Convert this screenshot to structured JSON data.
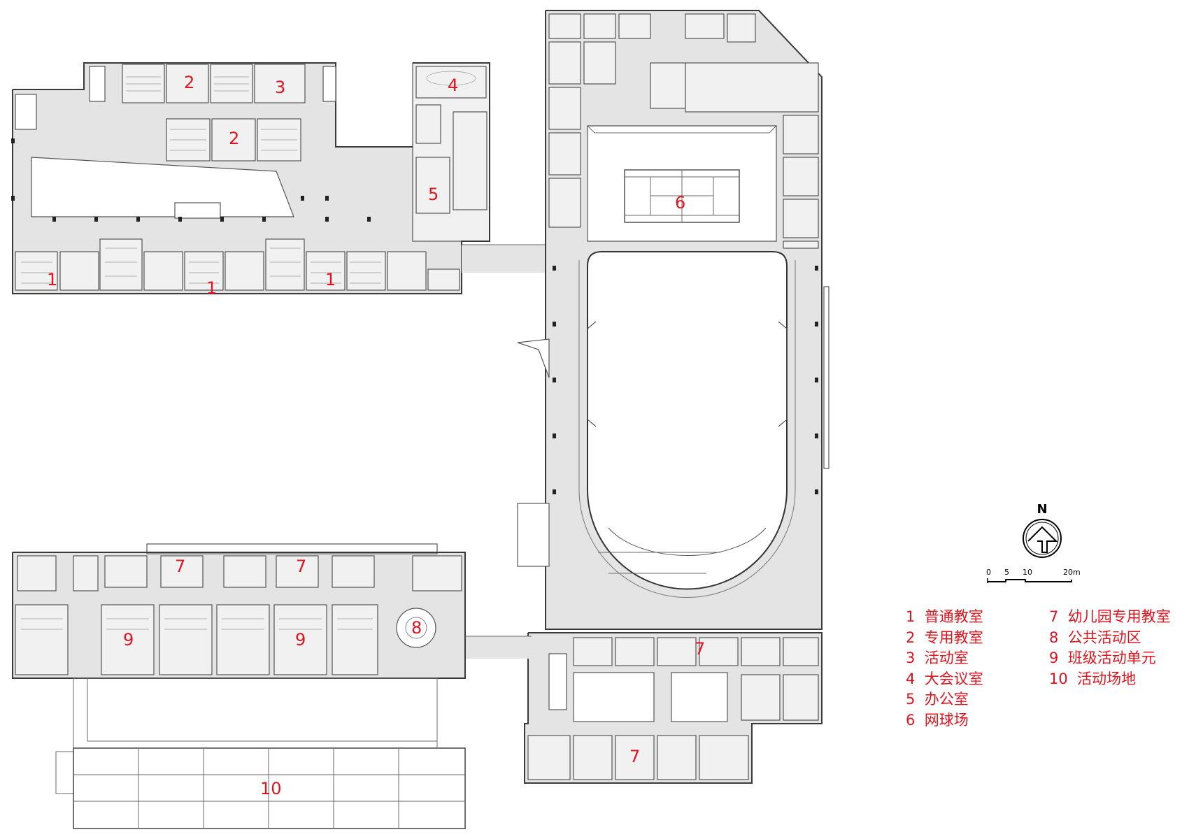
{
  "plan_labels": [
    {
      "id": "r1a",
      "text": "1"
    },
    {
      "id": "r1b",
      "text": "1"
    },
    {
      "id": "r1c",
      "text": "1"
    },
    {
      "id": "r2a",
      "text": "2"
    },
    {
      "id": "r2b",
      "text": "2"
    },
    {
      "id": "r3",
      "text": "3"
    },
    {
      "id": "r4",
      "text": "4"
    },
    {
      "id": "r5",
      "text": "5"
    },
    {
      "id": "r6",
      "text": "6"
    },
    {
      "id": "r7a",
      "text": "7"
    },
    {
      "id": "r7b",
      "text": "7"
    },
    {
      "id": "r7c",
      "text": "7"
    },
    {
      "id": "r7d",
      "text": "7"
    },
    {
      "id": "r8",
      "text": "8"
    },
    {
      "id": "r9a",
      "text": "9"
    },
    {
      "id": "r9b",
      "text": "9"
    },
    {
      "id": "r10",
      "text": "10"
    }
  ],
  "legend": {
    "left": [
      {
        "num": "1",
        "label": "普通教室"
      },
      {
        "num": "2",
        "label": "专用教室"
      },
      {
        "num": "3",
        "label": "活动室"
      },
      {
        "num": "4",
        "label": "大会议室"
      },
      {
        "num": "5",
        "label": "办公室"
      },
      {
        "num": "6",
        "label": "网球场"
      }
    ],
    "right": [
      {
        "num": "7",
        "label": "幼儿园专用教室"
      },
      {
        "num": "8",
        "label": "公共活动区"
      },
      {
        "num": "9",
        "label": "班级活动单元"
      },
      {
        "num": "10",
        "label": "活动场地"
      }
    ]
  },
  "north_arrow": {
    "label": "N"
  },
  "scale_bar": {
    "ticks": [
      "0",
      "5",
      "10",
      "20m"
    ]
  },
  "colors": {
    "label_red": "#e0141e",
    "wall": "#3a3a3a",
    "room_fill": "#f1f1f1",
    "corridor_fill": "#e4e4e4"
  }
}
